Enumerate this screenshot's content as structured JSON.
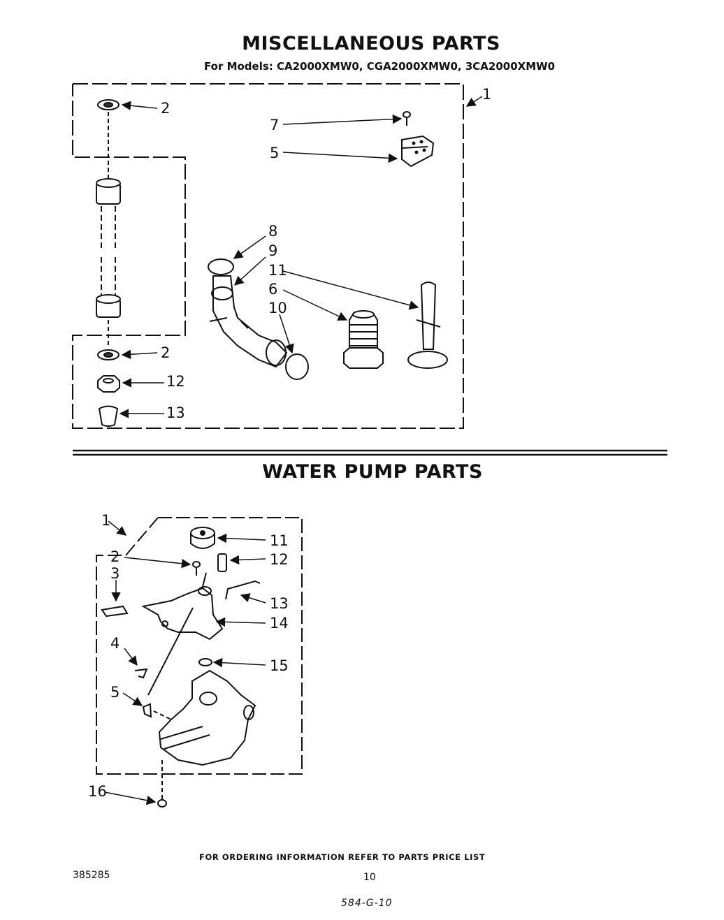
{
  "misc": {
    "title": "MISCELLANEOUS PARTS",
    "models": "For Models: CA2000XMW0, CGA2000XMW0, 3CA2000XMW0",
    "callouts": {
      "c1": "1",
      "c2a": "2",
      "c7": "7",
      "c5": "5",
      "c8": "8",
      "c9": "9",
      "c11": "11",
      "c6": "6",
      "c10": "10",
      "c2b": "2",
      "c12": "12",
      "c13": "13"
    }
  },
  "pump": {
    "title": "WATER PUMP PARTS",
    "callouts": {
      "c1": "1",
      "c2": "2",
      "c3": "3",
      "c4": "4",
      "c5": "5",
      "c11": "11",
      "c12": "12",
      "c13": "13",
      "c14": "14",
      "c15": "15",
      "c16": "16"
    }
  },
  "footer": {
    "ordering": "FOR ORDERING INFORMATION REFER TO PARTS PRICE LIST",
    "doc_number": "385285",
    "page_number": "10",
    "handwritten_code": "584-G-10"
  }
}
